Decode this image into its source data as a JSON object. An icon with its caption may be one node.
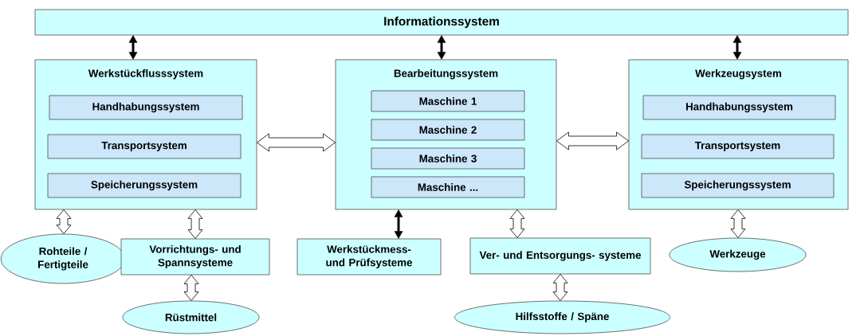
{
  "diagram": {
    "nodes": [
      {
        "text": [
          "Informationssystem"
        ]
      },
      {
        "text": [
          "Werkstückflusssystem"
        ]
      },
      {
        "text": [
          "Handhabungssystem"
        ],
        "in": 1
      },
      {
        "text": [
          "Transportsystem"
        ],
        "in": 1
      },
      {
        "text": [
          "Speicherungssystem"
        ],
        "in": 1
      },
      {
        "text": [
          "Bearbeitungssystem"
        ]
      },
      {
        "text": [
          "Maschine 1"
        ],
        "in": 5
      },
      {
        "text": [
          "Maschine 2"
        ],
        "in": 5
      },
      {
        "text": [
          "Maschine 3"
        ],
        "in": 5
      },
      {
        "text": [
          "Maschine ..."
        ],
        "in": 5
      },
      {
        "text": [
          "Werkzeugsystem"
        ]
      },
      {
        "text": [
          "Handhabungssystem"
        ],
        "in": 10
      },
      {
        "text": [
          "Transportsystem"
        ],
        "in": 10
      },
      {
        "text": [
          "Speicherungssystem"
        ],
        "in": 10
      },
      {
        "text": [
          "Rohteile / Fertigteile"
        ]
      },
      {
        "text": [
          "Vorrichtungs- und Spannsysteme"
        ]
      },
      {
        "text": [
          "Rüstmittel"
        ]
      },
      {
        "text": [
          "Werkstückmess- und Prüfsysteme"
        ]
      },
      {
        "text": [
          "Ver- und Entsorgungs- systeme"
        ]
      },
      {
        "text": [
          "Hilfsstoffe / Späne"
        ]
      },
      {
        "text": [
          "Werkzeuge"
        ]
      }
    ],
    "edges": [
      {
        "from": 0,
        "to": 1,
        "arrow": "both"
      },
      {
        "from": 0,
        "to": 5,
        "arrow": "both"
      },
      {
        "from": 0,
        "to": 10,
        "arrow": "both"
      },
      {
        "from": 1,
        "to": 5,
        "arrow": "both",
        "style": "thick"
      },
      {
        "from": 5,
        "to": 10,
        "arrow": "both",
        "style": "thick"
      },
      {
        "from": 1,
        "to": 14,
        "arrow": "both",
        "style": "thick"
      },
      {
        "from": 1,
        "to": 15,
        "arrow": "both",
        "style": "thick"
      },
      {
        "from": 15,
        "to": 16,
        "arrow": "both",
        "style": "thick"
      },
      {
        "from": 5,
        "to": 17,
        "arrow": "both"
      },
      {
        "from": 5,
        "to": 18,
        "arrow": "both",
        "style": "thick"
      },
      {
        "from": 18,
        "to": 19,
        "arrow": "both",
        "style": "thick"
      },
      {
        "from": 10,
        "to": 20,
        "arrow": "both",
        "style": "thick"
      }
    ]
  }
}
